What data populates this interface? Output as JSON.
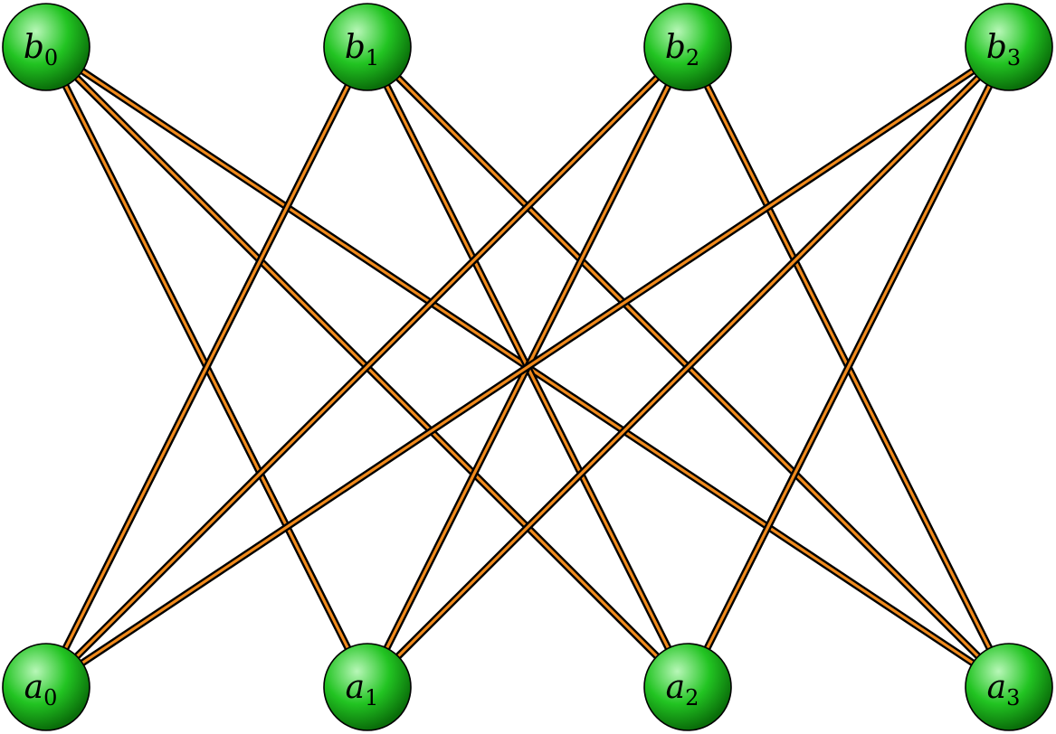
{
  "colors": {
    "node_fill_light": "#b8f7b8",
    "node_fill_mid": "#22c422",
    "node_fill_dark": "#0a6e0a",
    "node_stroke": "#000000",
    "edge_outline": "#000000",
    "edge_fill": "#f08a1c",
    "background": "#ffffff"
  },
  "nodes": {
    "top": [
      {
        "id": "b0",
        "letter": "b",
        "subscript": "0"
      },
      {
        "id": "b1",
        "letter": "b",
        "subscript": "1"
      },
      {
        "id": "b2",
        "letter": "b",
        "subscript": "2"
      },
      {
        "id": "b3",
        "letter": "b",
        "subscript": "3"
      }
    ],
    "bottom": [
      {
        "id": "a0",
        "letter": "a",
        "subscript": "0"
      },
      {
        "id": "a1",
        "letter": "a",
        "subscript": "1"
      },
      {
        "id": "a2",
        "letter": "a",
        "subscript": "2"
      },
      {
        "id": "a3",
        "letter": "a",
        "subscript": "3"
      }
    ]
  },
  "edges": [
    [
      "b0",
      "a1"
    ],
    [
      "b0",
      "a2"
    ],
    [
      "b0",
      "a3"
    ],
    [
      "b1",
      "a0"
    ],
    [
      "b1",
      "a2"
    ],
    [
      "b1",
      "a3"
    ],
    [
      "b2",
      "a0"
    ],
    [
      "b2",
      "a1"
    ],
    [
      "b2",
      "a3"
    ],
    [
      "b3",
      "a0"
    ],
    [
      "b3",
      "a1"
    ],
    [
      "b3",
      "a2"
    ]
  ]
}
